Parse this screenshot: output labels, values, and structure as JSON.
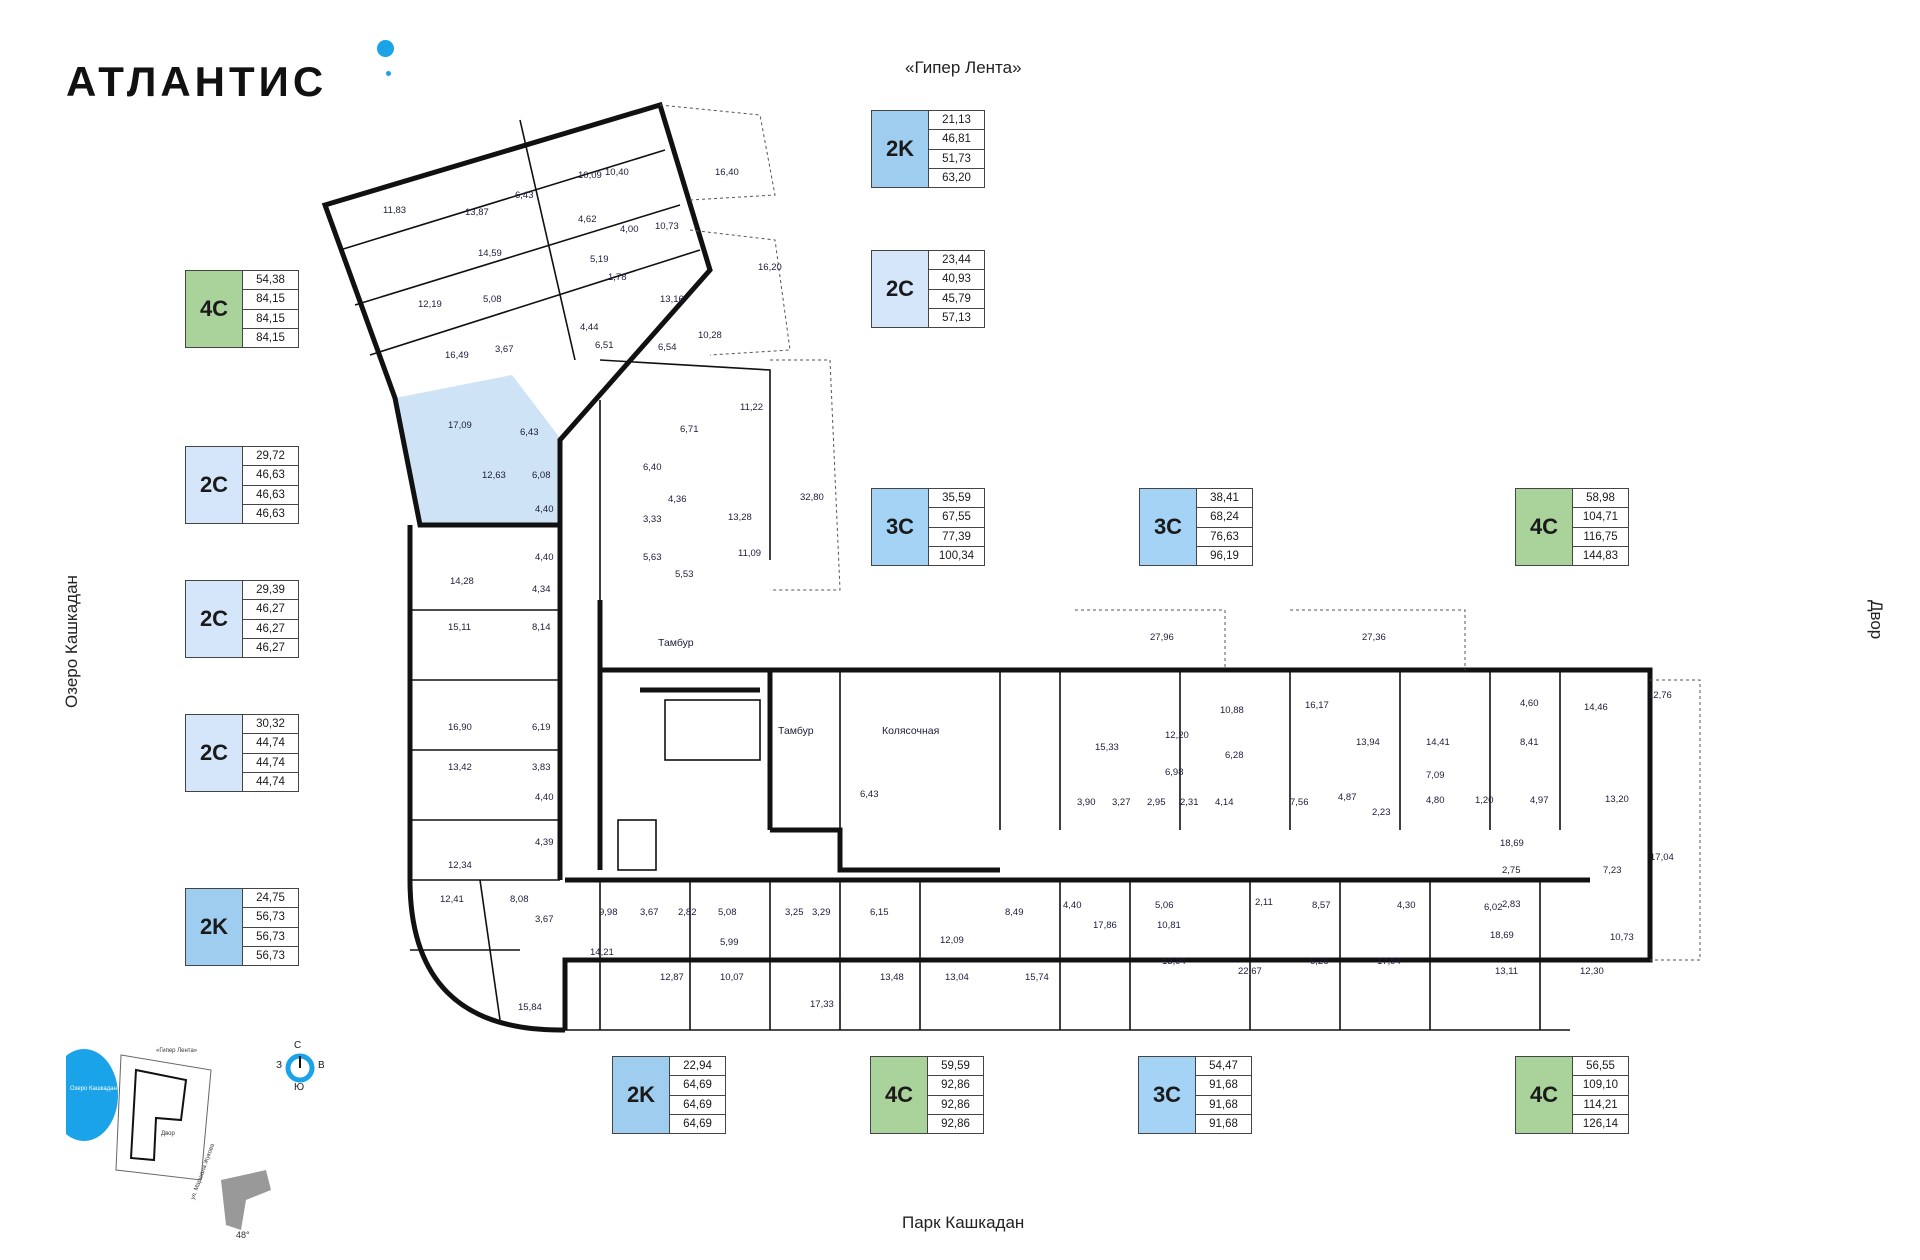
{
  "brand": {
    "name": "АТЛАНТИС",
    "accent": "#1aa3e8"
  },
  "streets": {
    "top": "«Гипер Лента»",
    "bottom": "Парк Кашкадан",
    "left": "Озеро Кашкадан",
    "right": "Двор"
  },
  "colors": {
    "2K": "#9fcdf0",
    "2C": "#d6e6fa",
    "3C": "#a5d3f6",
    "4C": "#a9d39a",
    "highlight": "#cfe3f6"
  },
  "legends": [
    {
      "type": "2K",
      "values": [
        "21,13",
        "46,81",
        "51,73",
        "63,20"
      ]
    },
    {
      "type": "2C",
      "values": [
        "23,44",
        "40,93",
        "45,79",
        "57,13"
      ]
    },
    {
      "type": "4C",
      "values": [
        "54,38",
        "84,15",
        "84,15",
        "84,15"
      ]
    },
    {
      "type": "2C",
      "values": [
        "29,72",
        "46,63",
        "46,63",
        "46,63"
      ]
    },
    {
      "type": "3C",
      "values": [
        "35,59",
        "67,55",
        "77,39",
        "100,34"
      ]
    },
    {
      "type": "3C",
      "values": [
        "38,41",
        "68,24",
        "76,63",
        "96,19"
      ]
    },
    {
      "type": "4C",
      "values": [
        "58,98",
        "104,71",
        "116,75",
        "144,83"
      ]
    },
    {
      "type": "2C",
      "values": [
        "29,39",
        "46,27",
        "46,27",
        "46,27"
      ]
    },
    {
      "type": "2C",
      "values": [
        "30,32",
        "44,74",
        "44,74",
        "44,74"
      ]
    },
    {
      "type": "2K",
      "values": [
        "24,75",
        "56,73",
        "56,73",
        "56,73"
      ]
    },
    {
      "type": "2K",
      "values": [
        "22,94",
        "64,69",
        "64,69",
        "64,69"
      ]
    },
    {
      "type": "4C",
      "values": [
        "59,59",
        "92,86",
        "92,86",
        "92,86"
      ]
    },
    {
      "type": "3C",
      "values": [
        "54,47",
        "91,68",
        "91,68",
        "91,68"
      ]
    },
    {
      "type": "4C",
      "values": [
        "56,55",
        "109,10",
        "114,21",
        "126,14"
      ]
    }
  ],
  "facilities": [
    "Тамбур",
    "Тамбур",
    "Колясочная"
  ],
  "rooms": [
    "16,40",
    "10,40",
    "10,09",
    "6,43",
    "13,87",
    "11,83",
    "4,62",
    "4,00",
    "10,73",
    "14,59",
    "5,19",
    "1,78",
    "16,20",
    "12,19",
    "5,08",
    "13,16",
    "4,44",
    "10,28",
    "16,49",
    "3,67",
    "6,51",
    "6,54",
    "11,22",
    "17,09",
    "6,43",
    "6,71",
    "12,63",
    "6,08",
    "6,40",
    "4,40",
    "4,36",
    "13,28",
    "3,33",
    "32,80",
    "4,40",
    "14,28",
    "5,63",
    "5,53",
    "11,09",
    "4,34",
    "15,11",
    "8,14",
    "16,90",
    "6,19",
    "13,42",
    "3,83",
    "4,40",
    "4,39",
    "12,34",
    "12,41",
    "8,08",
    "3,67",
    "15,84",
    "14,21",
    "9,98",
    "3,67",
    "2,82",
    "5,08",
    "3,25",
    "3,29",
    "6,15",
    "5,99",
    "8,49",
    "12,09",
    "12,87",
    "10,07",
    "17,33",
    "13,48",
    "13,04",
    "15,74",
    "27,96",
    "27,36",
    "10,88",
    "16,17",
    "14,46",
    "12,76",
    "15,33",
    "12,20",
    "13,94",
    "14,41",
    "4,60",
    "8,41",
    "6,98",
    "6,28",
    "7,09",
    "3,90",
    "3,27",
    "2,95",
    "2,31",
    "4,14",
    "7,56",
    "4,87",
    "2,23",
    "4,80",
    "1,20",
    "4,97",
    "13,20",
    "18,69",
    "17,04",
    "2,75",
    "7,23",
    "2,83",
    "10,73",
    "4,40",
    "5,06",
    "17,86",
    "10,81",
    "2,11",
    "8,57",
    "4,30",
    "6,02",
    "13,94",
    "22,67",
    "6,26",
    "17,94",
    "18,69",
    "13,11",
    "12,30",
    "6,43"
  ],
  "minimap": {
    "lake": "Озеро Кашкадан",
    "road_top": "«Гипер Лента»",
    "court": "Двор",
    "street": "ул. Маршала Жукова",
    "angle": "48°"
  },
  "compass": {
    "n": "С",
    "s": "Ю",
    "w": "З",
    "e": "В"
  }
}
